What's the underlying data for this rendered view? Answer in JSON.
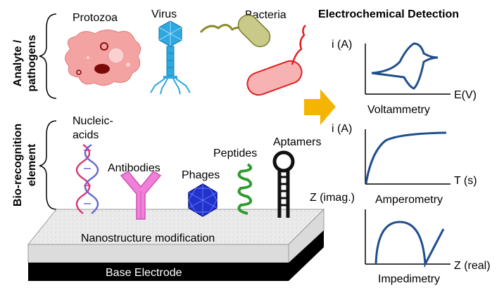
{
  "section_labels": {
    "analyte_line1": "Analyte /",
    "analyte_line2": "pathogens",
    "biorec_line1": "Bio-recognition",
    "biorec_line2": "element"
  },
  "pathogens": {
    "protozoa": "Protozoa",
    "virus": "Virus",
    "bacteria": "Bacteria"
  },
  "bioelements": {
    "nucleic_line1": "Nucleic-",
    "nucleic_line2": "acids",
    "antibodies": "Antibodies",
    "phages": "Phages",
    "peptides": "Peptides",
    "aptamers": "Aptamers"
  },
  "electrode": {
    "modification": "Nanostructure  modification",
    "base": "Base Electrode"
  },
  "detection": {
    "title": "Electrochemical Detection",
    "voltammetry": {
      "y_label": "i (A)",
      "x_label": "E(V)",
      "name": "Voltammetry"
    },
    "amperometry": {
      "y_label": "i (A)",
      "x_label": "T (s)",
      "name": "Amperometry"
    },
    "impedimetry": {
      "y_label": "Z (imag.)",
      "x_label": "Z (real)",
      "name": "Impedimetry"
    }
  },
  "colors": {
    "curve": "#1f4e8c",
    "arrow": "#f5b400",
    "protozoa": "#f4a3a3",
    "virus": "#2ea8e0",
    "bacteria_green": "#c9c98a",
    "bacteria_red": "#f7b3b3",
    "dna": "#d43c7a",
    "antibody": "#f080d8",
    "phage": "#2233cc",
    "peptide": "#2f9a2f",
    "aptamer": "#111111",
    "substrate": "#e6e6e6",
    "base": "#000000"
  },
  "icons": [
    "arrow-right-icon",
    "dna-icon",
    "antibody-icon",
    "phage-icon",
    "peptide-icon",
    "aptamer-icon",
    "protozoa-icon",
    "virus-icon",
    "bacteria-icon"
  ]
}
